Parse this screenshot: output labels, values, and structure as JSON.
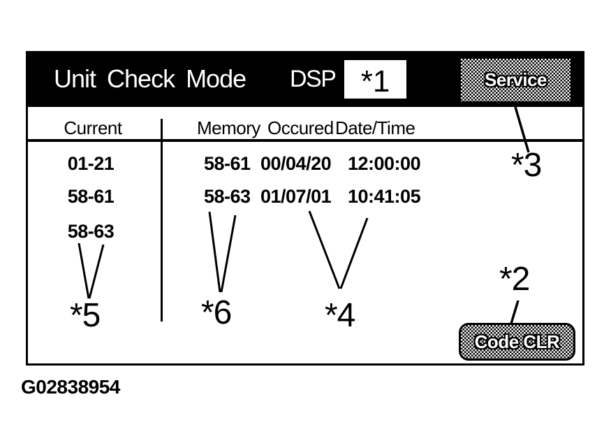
{
  "screen": {
    "title": "Unit Check Mode",
    "dsp": {
      "label": "DSP",
      "value": "*1"
    },
    "service_button_label": "Service",
    "code_clr_button_label": "Code CLR",
    "table": {
      "headers": {
        "current": "Current",
        "memory": "Memory",
        "occured": "Occured",
        "datetime": "Date/Time"
      },
      "current_codes": [
        "01-21",
        "58-61",
        "58-63"
      ],
      "memory_rows": [
        {
          "code": "58-61",
          "date": "00/04/20",
          "time": "12:00:00"
        },
        {
          "code": "58-63",
          "date": "01/07/01",
          "time": "10:41:05"
        }
      ]
    }
  },
  "callouts": {
    "c1": "*1",
    "c2": "*2",
    "c3": "*3",
    "c4": "*4",
    "c5": "*5",
    "c6": "*6"
  },
  "figure_id": "G02838954",
  "colors": {
    "ink": "#000000",
    "paper": "#ffffff"
  }
}
